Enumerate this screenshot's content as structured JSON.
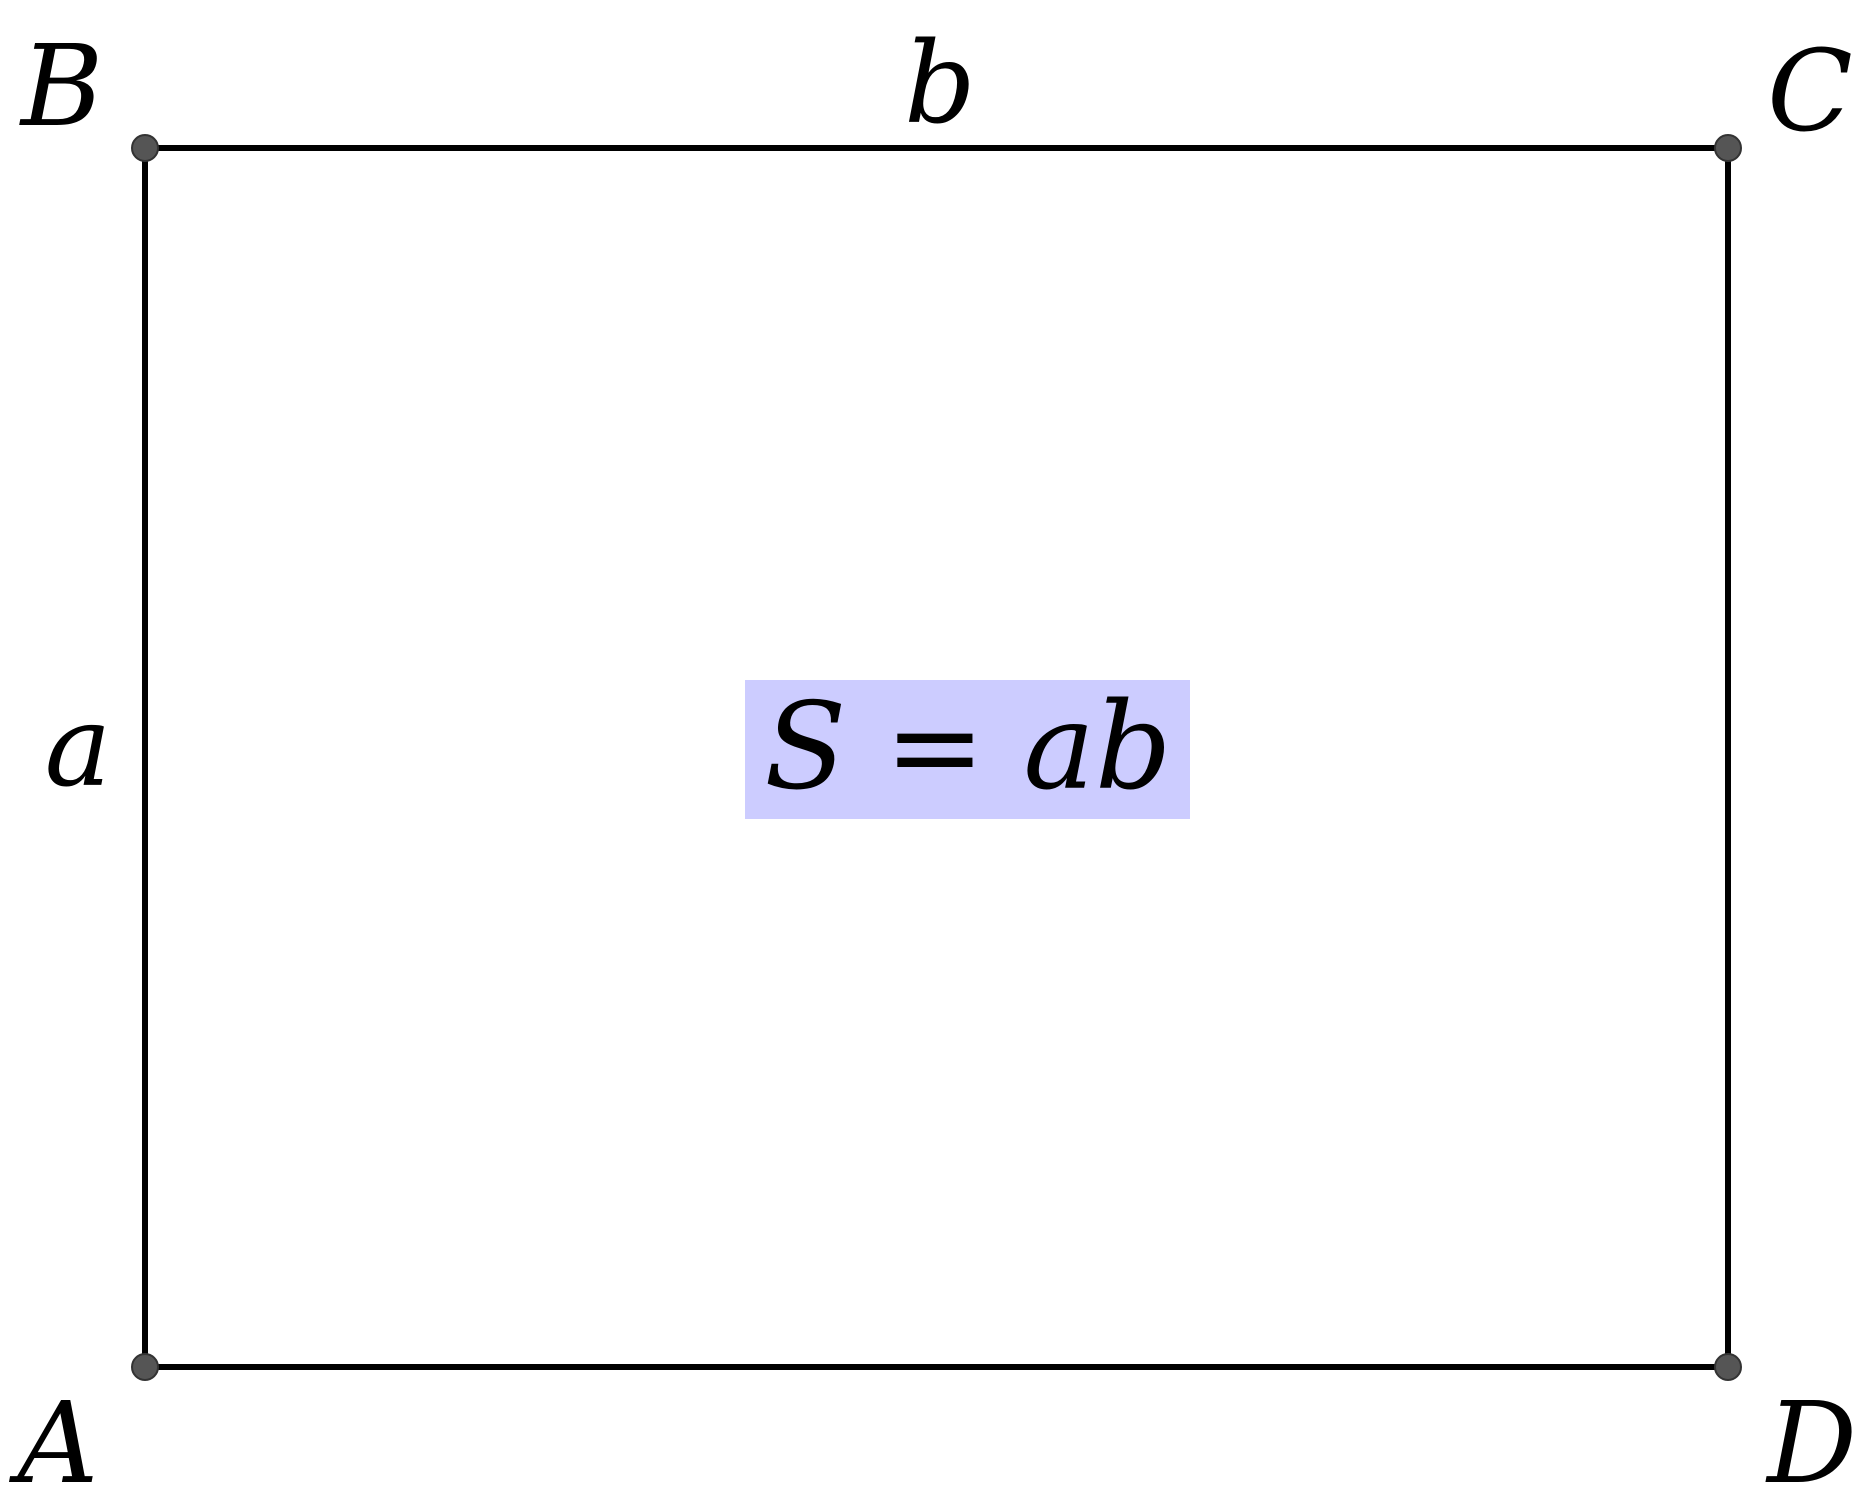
{
  "vertices": {
    "A": "A",
    "B": "B",
    "C": "C",
    "D": "D"
  },
  "sides": {
    "a": "a",
    "b": "b"
  },
  "formula": "S = ab",
  "colors": {
    "stroke": "#000000",
    "point": "#555555",
    "formula_background": "#ccccff"
  }
}
